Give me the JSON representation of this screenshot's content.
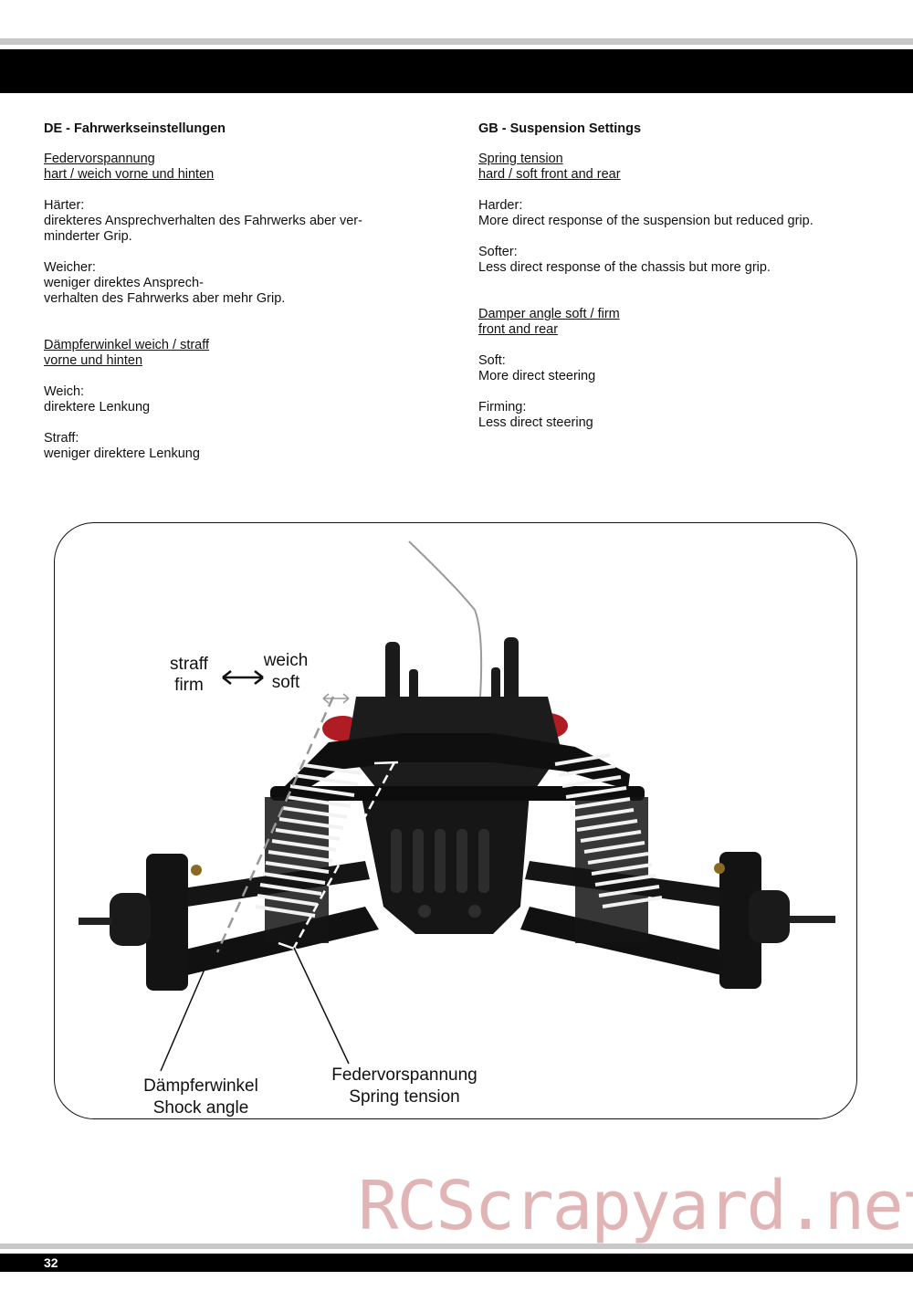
{
  "de": {
    "heading": "DE - Fahrwerkseinstellungen",
    "spring_title_1": "Federvorspannung",
    "spring_title_2": "hart / weich vorne und hinten",
    "harder_label": "Härter:",
    "harder_text_1": "direkteres Ansprechverhalten des Fahrwerks aber ver-",
    "harder_text_2": "minderter Grip.",
    "softer_label": "Weicher:",
    "softer_text_1": "weniger direktes Ansprech-",
    "softer_text_2": "verhalten des Fahrwerks aber mehr Grip.",
    "damper_title_1": "Dämpferwinkel weich / straff",
    "damper_title_2": "vorne und hinten",
    "soft_label": "Weich:",
    "soft_text": "direktere Lenkung",
    "firm_label": "Straff:",
    "firm_text": "weniger direktere Lenkung"
  },
  "gb": {
    "heading": "GB - Suspension Settings",
    "spring_title_1": "Spring tension",
    "spring_title_2": "hard / soft front and rear",
    "harder_label": "Harder:",
    "harder_text": "More direct response of the suspension but reduced grip.",
    "softer_label": "Softer:",
    "softer_text": "Less direct response of the chassis but more grip.",
    "damper_title_1": "Damper angle soft / firm",
    "damper_title_2": "front and rear",
    "soft_label": "Soft:",
    "soft_text": "More direct steering",
    "firm_label": "Firming:",
    "firm_text": "Less direct steering"
  },
  "figure": {
    "straff": "straff",
    "firm": "firm",
    "weich": "weich",
    "soft": "soft",
    "shock_de": "Dämpferwinkel",
    "shock_en": "Shock angle",
    "spring_de": "Federvorspannung",
    "spring_en": "Spring tension"
  },
  "watermark": "RCScrapyard.net",
  "page_number": "32",
  "colors": {
    "band": "#000000",
    "rule": "#c8c8c8",
    "watermark": "#c87878"
  }
}
